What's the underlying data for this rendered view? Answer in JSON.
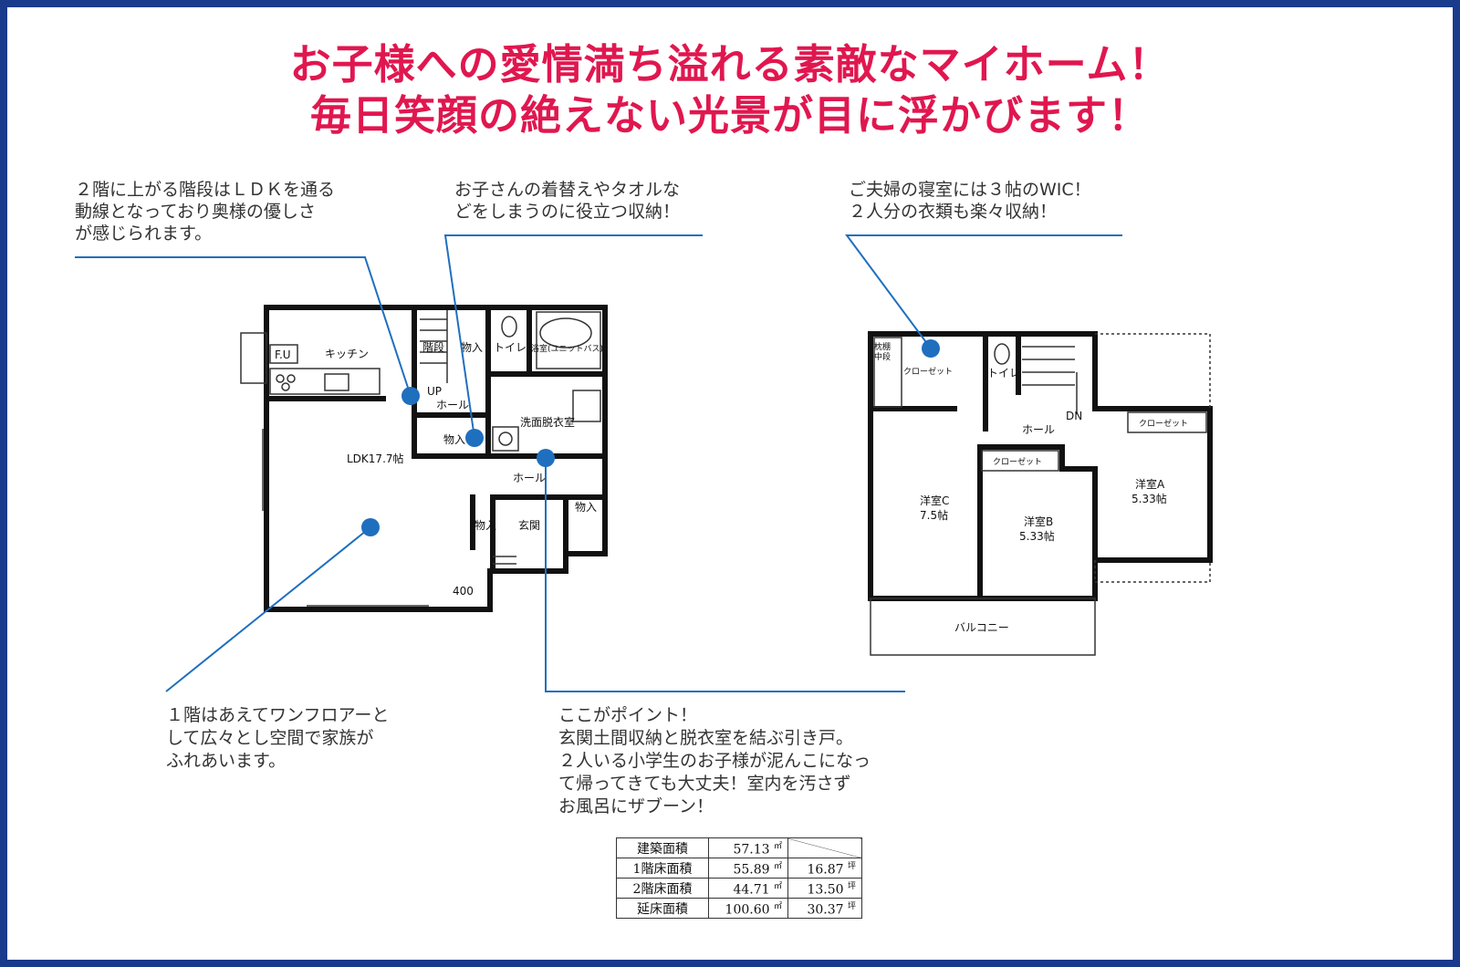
{
  "headline": {
    "line1": "お子様への愛情満ち溢れる素敵なマイホーム！",
    "line2": "毎日笑顔の絶えない光景が目に浮かびます！"
  },
  "annotations": {
    "stairs": "２階に上がる階段はＬＤＫを通る\n動線となっており奥様の優しさ\nが感じられます。",
    "storage": "お子さんの着替えやタオルな\nどをしまうのに役立つ収納！",
    "wic": "ご夫婦の寝室には３帖のWIC！\n２人分の衣類も楽々収納！",
    "oneroom": "１階はあえてワンフロアーと\nして広々とし空間で家族が\nふれあいます。",
    "point": "ここがポイント！\n玄関土間収納と脱衣室を結ぶ引き戸。\n２人いる小学生のお子様が泥んこになっ\nて帰ってきても大丈夫！室内を汚さず\nお風呂にザブーン！"
  },
  "floor1": {
    "kitchen": "キッチン",
    "fu": "F.U",
    "stairs": "階段",
    "storage_top": "物入",
    "toilet": "トイレ",
    "bath": "浴室(ユニットバス)",
    "up": "UP",
    "hall": "ホール",
    "storage_mid": "物入",
    "washroom": "洗面脱衣室",
    "ldk": "LDK17.7帖",
    "hall2": "ホール",
    "storage_right": "物入",
    "storage_left": "物入",
    "entrance": "玄関",
    "dim": "400"
  },
  "floor2": {
    "shelf": "枕棚\n中段",
    "closet_wic": "クローゼット",
    "toilet": "トイレ",
    "dn": "DN",
    "hall": "ホール",
    "closet_a": "クローゼット",
    "closet_b": "クローゼット",
    "room_c": "洋室C",
    "room_c_size": "7.5帖",
    "room_b": "洋室B",
    "room_b_size": "5.33帖",
    "room_a": "洋室A",
    "room_a_size": "5.33帖",
    "balcony": "バルコニー"
  },
  "area_table": {
    "rows": [
      {
        "label": "建築面積",
        "sqm": "57.13",
        "unit_sqm": "㎡",
        "tsubo": "",
        "unit_tsubo": ""
      },
      {
        "label": "1階床面積",
        "sqm": "55.89",
        "unit_sqm": "㎡",
        "tsubo": "16.87",
        "unit_tsubo": "坪"
      },
      {
        "label": "2階床面積",
        "sqm": "44.71",
        "unit_sqm": "㎡",
        "tsubo": "13.50",
        "unit_tsubo": "坪"
      },
      {
        "label": "延床面積",
        "sqm": "100.60",
        "unit_sqm": "㎡",
        "tsubo": "30.37",
        "unit_tsubo": "坪"
      }
    ]
  },
  "colors": {
    "frame": "#1a3a8c",
    "headline": "#e0174f",
    "leader": "#1f6fbf"
  }
}
